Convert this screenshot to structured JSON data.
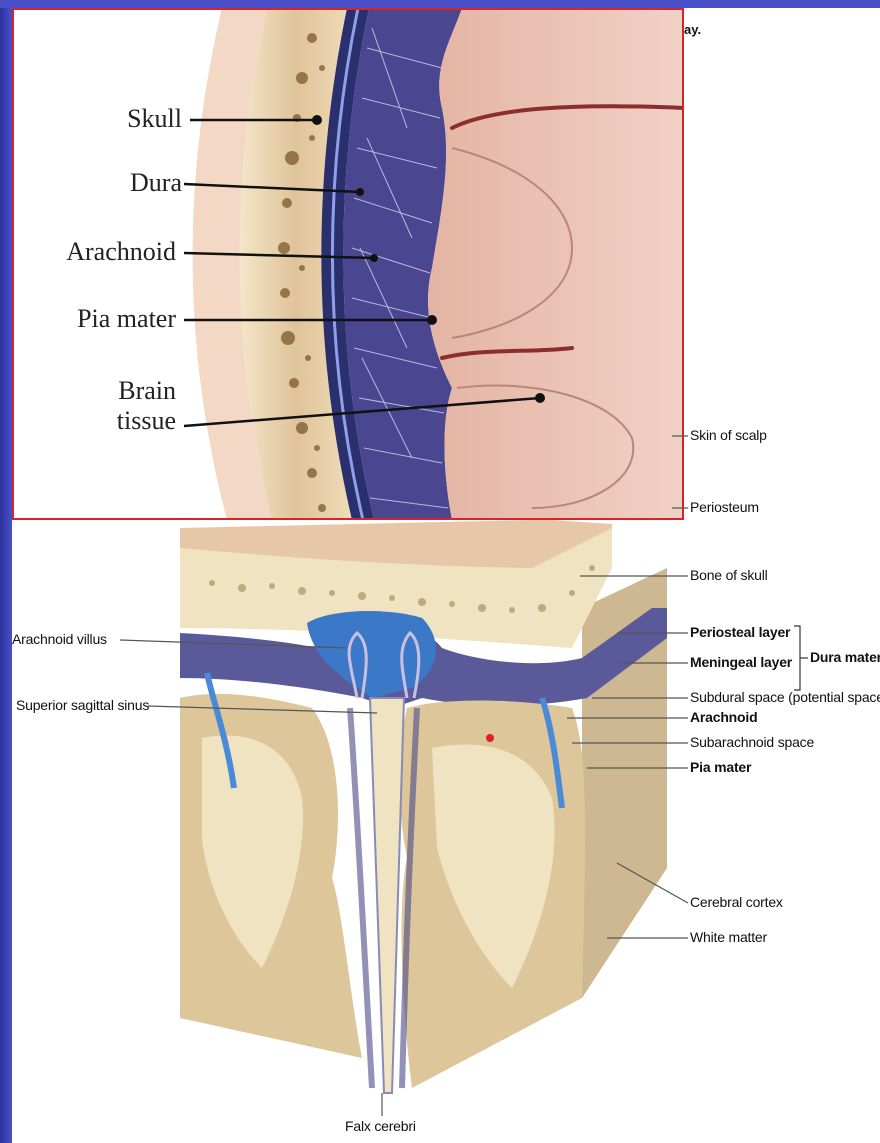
{
  "header_fragment": "ay.",
  "top_inset": {
    "labels": {
      "skull": "Skull",
      "dura": "Dura",
      "arachnoid": "Arachnoid",
      "pia_mater": "Pia mater",
      "brain_tissue_line1": "Brain",
      "brain_tissue_line2": "tissue"
    },
    "frame_color": "#d8232a"
  },
  "bottom_diagram": {
    "right_labels": {
      "skin_of_scalp": "Skin of scalp",
      "periosteum": "Periosteum",
      "bone_of_skull": "Bone of skull",
      "periosteal_layer": "Periosteal layer",
      "meningeal_layer": "Meningeal layer",
      "dura_mater": "Dura mater",
      "subdural_space": "Subdural space (potential space)",
      "arachnoid": "Arachnoid",
      "subarachnoid_space": "Subarachnoid space",
      "pia_mater": "Pia mater",
      "cerebral_cortex": "Cerebral cortex",
      "white_matter": "White matter"
    },
    "left_labels": {
      "arachnoid_villus": "Arachnoid villus",
      "superior_sagittal_sinus": "Superior sagittal sinus"
    },
    "bottom_label": {
      "falx_cerebri": "Falx cerebri"
    }
  },
  "colors": {
    "slide_background": "#3a3fb0",
    "bone": "#e9d8b0",
    "brain": "#dcc69a",
    "sinus_blue": "#3c78c8",
    "dura_dark": "#2a2f6e"
  }
}
